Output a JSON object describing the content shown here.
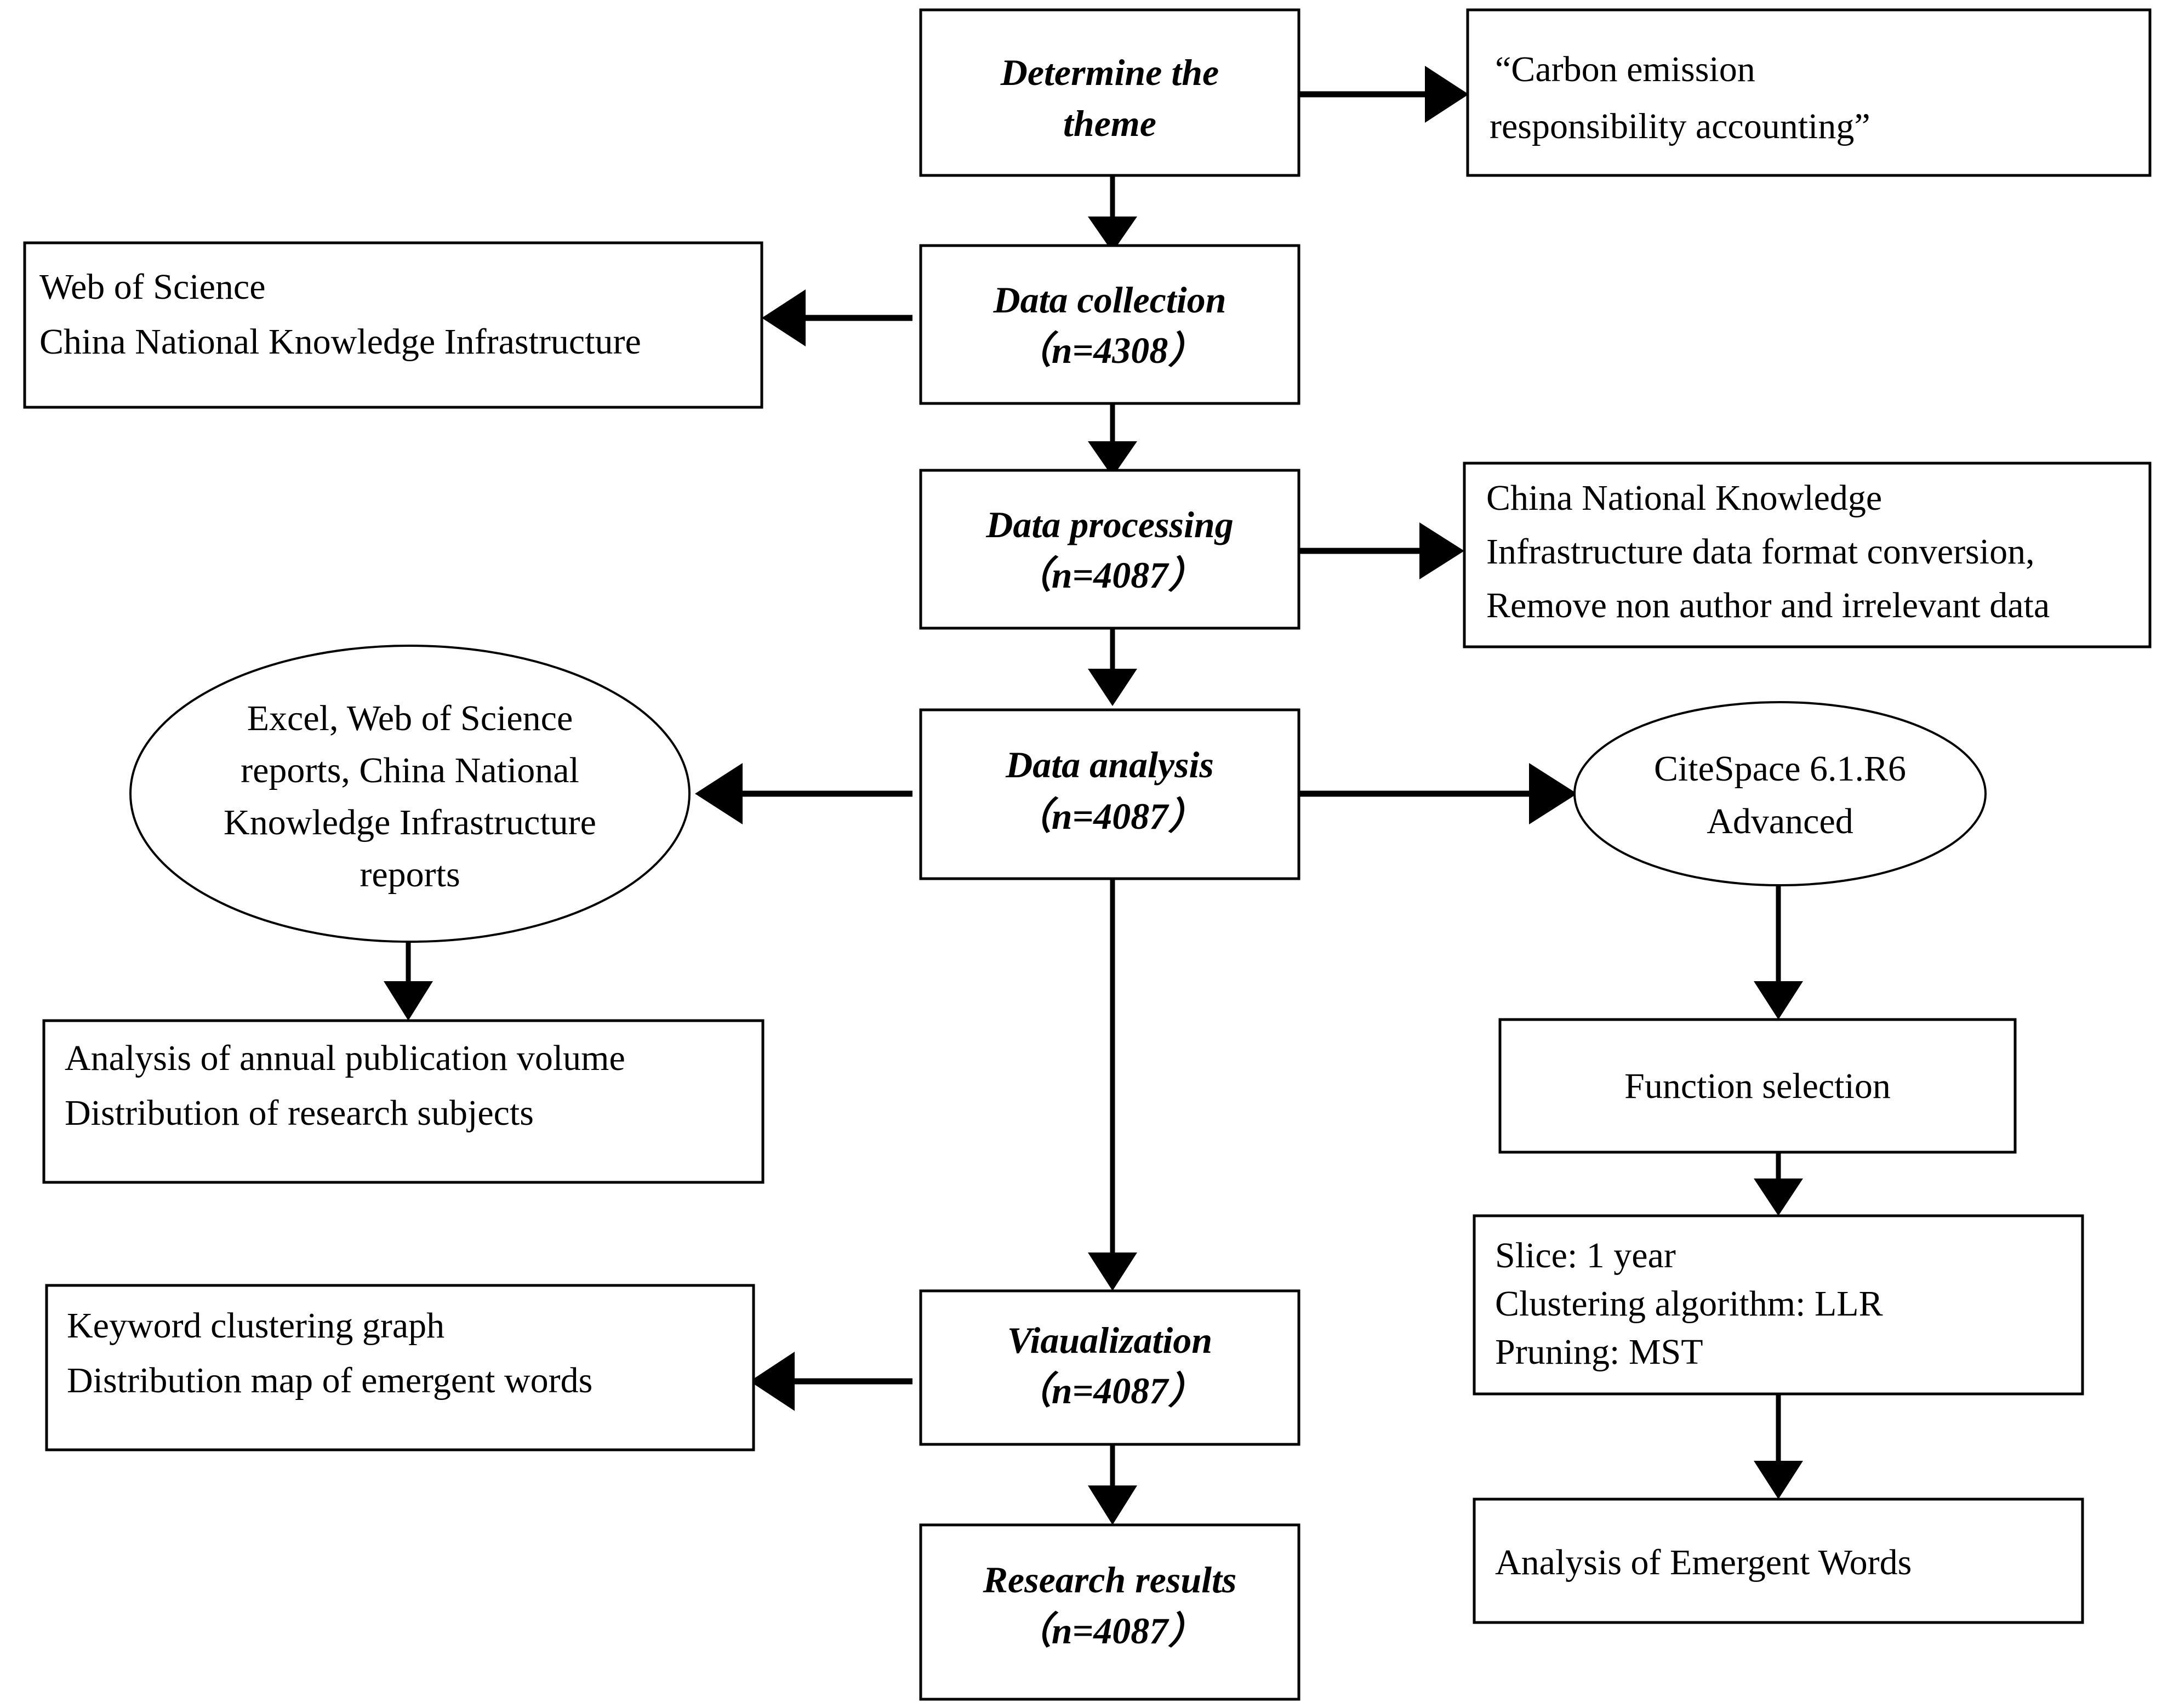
{
  "diagram": {
    "title": "Research workflow flowchart for carbon emission responsibility accounting bibliometric study",
    "type": "flowchart"
  },
  "nodes": {
    "determine_theme": {
      "shape": "rectangle",
      "line1": "Determine the",
      "line2": "theme"
    },
    "theme_value": {
      "shape": "rectangle",
      "line1": "“Carbon emission",
      "line2": "responsibility accounting”"
    },
    "data_collection": {
      "shape": "rectangle",
      "line1": "Data collection",
      "line2": "（n=4308）"
    },
    "databases": {
      "shape": "rectangle",
      "line1": "Web of Science",
      "line2": "China National Knowledge Infrastructure"
    },
    "data_processing": {
      "shape": "rectangle",
      "line1": "Data processing",
      "line2": "（n=4087）"
    },
    "processing_detail": {
      "shape": "rectangle",
      "line1": "China National Knowledge",
      "line2": "Infrastructure data format conversion,",
      "line3": "Remove non author and irrelevant data"
    },
    "data_analysis": {
      "shape": "rectangle",
      "line1": "Data analysis",
      "line2": "（n=4087）"
    },
    "excel_tools": {
      "shape": "ellipse",
      "line1": "Excel, Web of Science",
      "line2": "reports, China National",
      "line3": "Knowledge Infrastructure",
      "line4": "reports"
    },
    "citespace": {
      "shape": "ellipse",
      "line1": "CiteSpace 6.1.R6",
      "line2": "Advanced"
    },
    "annual_analysis": {
      "shape": "rectangle",
      "line1": "Analysis of annual publication volume",
      "line2": "Distribution of research subjects"
    },
    "function_selection": {
      "shape": "rectangle",
      "line1": "Function selection"
    },
    "parameters": {
      "shape": "rectangle",
      "line1": "Slice: 1 year",
      "line2": "Clustering algorithm: LLR",
      "line3": "Pruning: MST"
    },
    "visualization": {
      "shape": "rectangle",
      "line1": "Viaualization",
      "line2": "（n=4087）"
    },
    "keyword_outputs": {
      "shape": "rectangle",
      "line1": "Keyword clustering graph",
      "line2": "Distribution map of emergent words"
    },
    "emergent_words": {
      "shape": "rectangle",
      "line1": "Analysis of Emergent Words"
    },
    "research_results": {
      "shape": "rectangle",
      "line1": "Research results",
      "line2": "（n=4087）"
    }
  },
  "edges": [
    {
      "from": "determine_theme",
      "to": "theme_value",
      "direction": "right"
    },
    {
      "from": "determine_theme",
      "to": "data_collection",
      "direction": "down"
    },
    {
      "from": "data_collection",
      "to": "databases",
      "direction": "left"
    },
    {
      "from": "data_collection",
      "to": "data_processing",
      "direction": "down"
    },
    {
      "from": "data_processing",
      "to": "processing_detail",
      "direction": "right"
    },
    {
      "from": "data_processing",
      "to": "data_analysis",
      "direction": "down"
    },
    {
      "from": "data_analysis",
      "to": "excel_tools",
      "direction": "left"
    },
    {
      "from": "data_analysis",
      "to": "citespace",
      "direction": "right"
    },
    {
      "from": "data_analysis",
      "to": "visualization",
      "direction": "down"
    },
    {
      "from": "excel_tools",
      "to": "annual_analysis",
      "direction": "down"
    },
    {
      "from": "citespace",
      "to": "function_selection",
      "direction": "down"
    },
    {
      "from": "function_selection",
      "to": "parameters",
      "direction": "down"
    },
    {
      "from": "parameters",
      "to": "emergent_words",
      "direction": "down"
    },
    {
      "from": "visualization",
      "to": "keyword_outputs",
      "direction": "left"
    },
    {
      "from": "visualization",
      "to": "research_results",
      "direction": "down"
    }
  ],
  "colors": {
    "stroke": "#000000",
    "fill": "#ffffff",
    "background": "#ffffff"
  }
}
